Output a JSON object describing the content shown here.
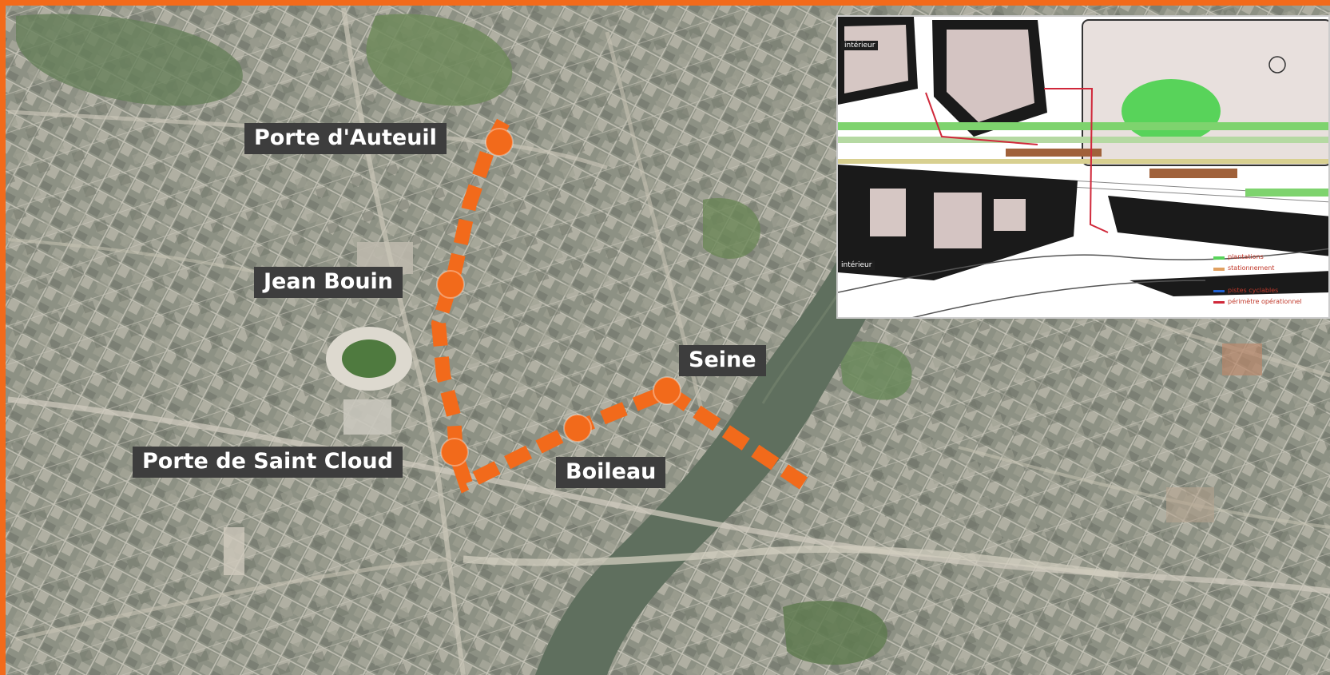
{
  "frame": {
    "accent_color": "#f26a1b"
  },
  "route": {
    "color": "#f26a1b",
    "stops": [
      {
        "name": "Porte d'Auteuil"
      },
      {
        "name": "Jean Bouin"
      },
      {
        "name": "Porte de Saint Cloud"
      },
      {
        "name": "Boileau"
      },
      {
        "name": "Seine"
      }
    ]
  },
  "inset_plan": {
    "tags": [
      "intérieur",
      "intérieur"
    ],
    "legend": [
      "plantations",
      "stationnement",
      "pistes cyclables",
      "périmètre opérationnel"
    ]
  }
}
